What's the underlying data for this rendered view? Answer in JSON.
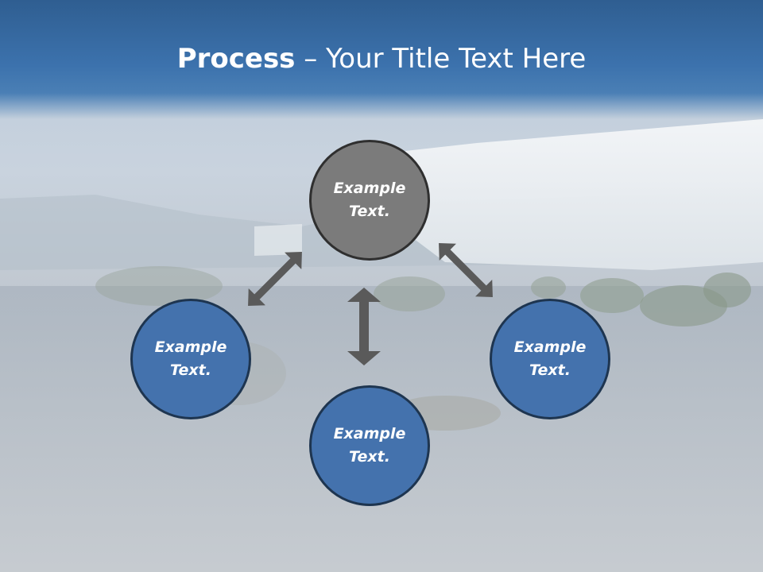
{
  "header": {
    "title_bold": "Process",
    "title_rest": " – Your Title Text Here"
  },
  "nodes": {
    "top": "Example\nText.",
    "left": "Example\nText.",
    "right": "Example\nText.",
    "bottom": "Example\nText."
  },
  "colors": {
    "header": "#3c72ad",
    "node_blue": "#4472ad",
    "node_gray": "#7b7b7b",
    "arrow": "#5a5a5a"
  }
}
